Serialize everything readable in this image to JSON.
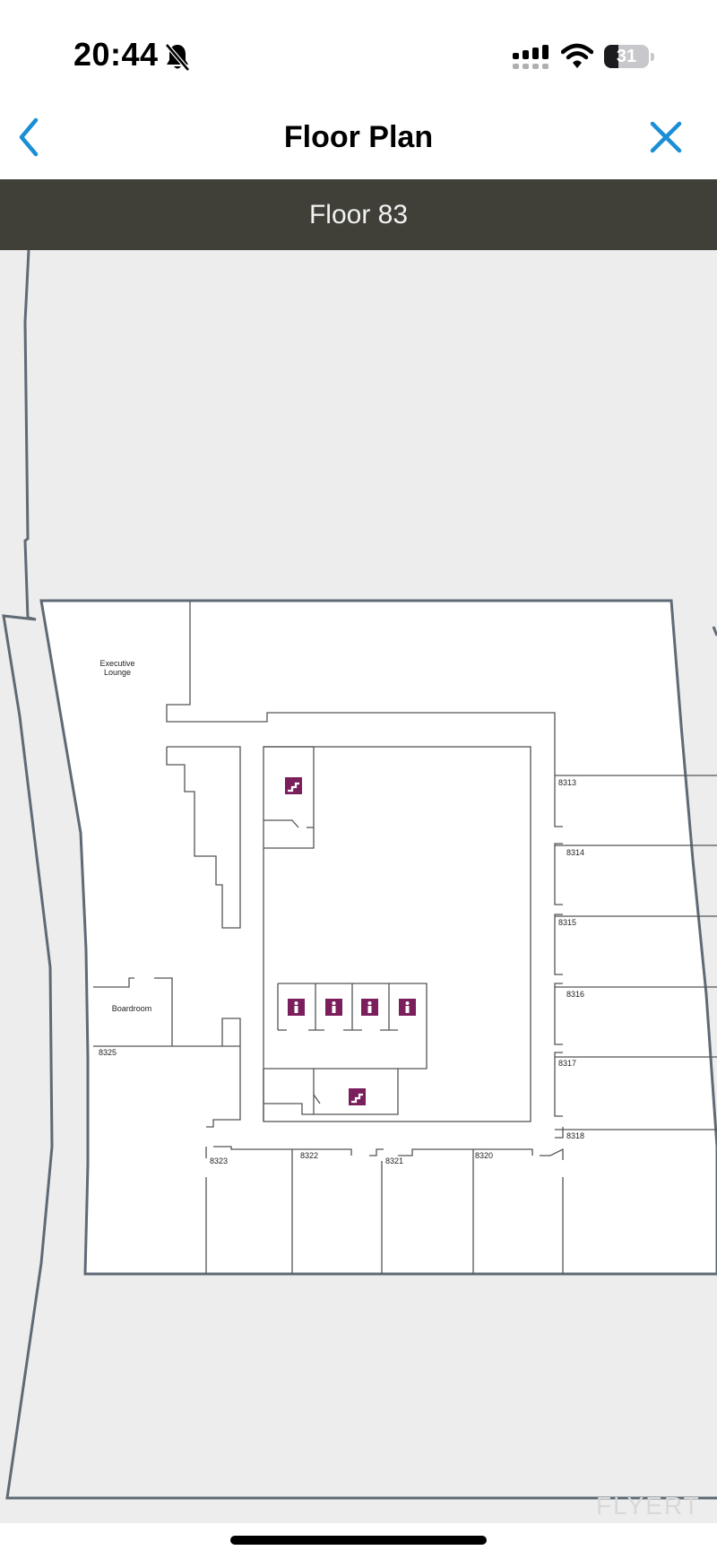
{
  "status_bar": {
    "time": "20:44",
    "battery_level": "31",
    "battery_fraction": 0.31,
    "icons": [
      "bell-slash-icon",
      "cellular-signal-icon",
      "wifi-icon",
      "battery-icon"
    ]
  },
  "nav": {
    "title": "Floor Plan",
    "back_icon": "chevron-left-icon",
    "close_icon": "close-icon",
    "accent_color": "#1a8fd6"
  },
  "floor": {
    "label": "Floor 83",
    "header_color": "#404038"
  },
  "map": {
    "amenity_color": "#7a1f5c",
    "room_labels": {
      "executive_lounge_line1": "Executive",
      "executive_lounge_line2": "Lounge",
      "boardroom": "Boardroom",
      "r8313": "8313",
      "r8314": "8314",
      "r8315": "8315",
      "r8316": "8316",
      "r8317": "8317",
      "r8318": "8318",
      "r8320": "8320",
      "r8321": "8321",
      "r8322": "8322",
      "r8323": "8323",
      "r8325": "8325"
    },
    "amenity_icons": [
      "stairs-icon",
      "elevator-icon",
      "elevator-icon",
      "elevator-icon",
      "elevator-icon",
      "stairs-icon"
    ]
  },
  "watermark": "FLYERT"
}
